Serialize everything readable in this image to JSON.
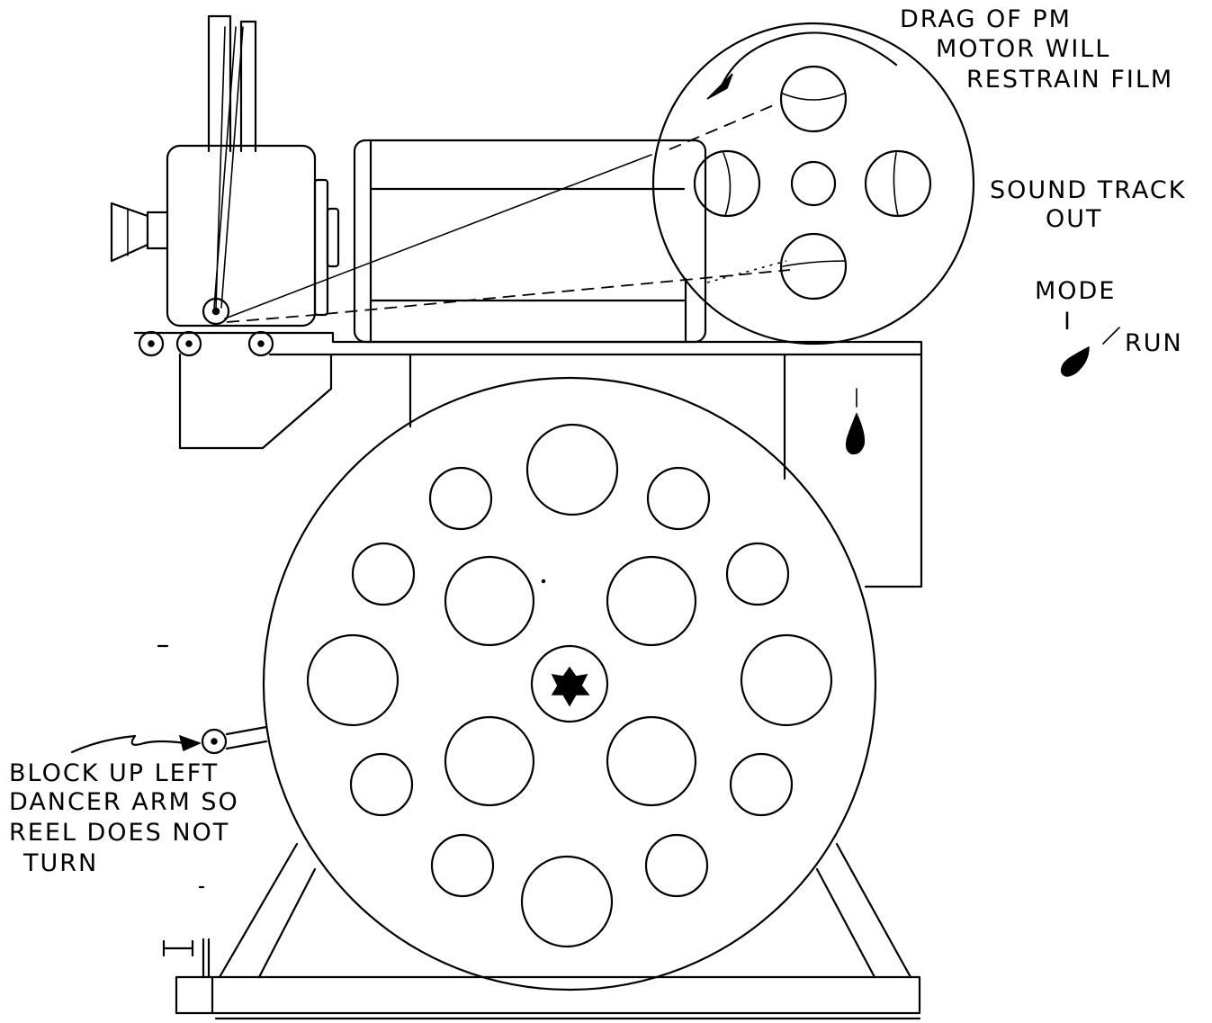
{
  "labels": {
    "drag_line1": "DRAG OF PM",
    "drag_line2": "MOTOR WILL",
    "drag_line3": "RESTRAIN FILM",
    "sound_line1": "SOUND TRACK",
    "sound_line2": "OUT",
    "mode": "MODE",
    "mode_tick": "I",
    "run": "RUN",
    "block_line1": "BLOCK UP LEFT",
    "block_line2": "DANCER ARM SO",
    "block_line3": "REEL DOES NOT",
    "block_line4": "TURN"
  },
  "parts": {
    "top_reel_hole_count": 5,
    "bottom_reel_hole_count": 17
  }
}
